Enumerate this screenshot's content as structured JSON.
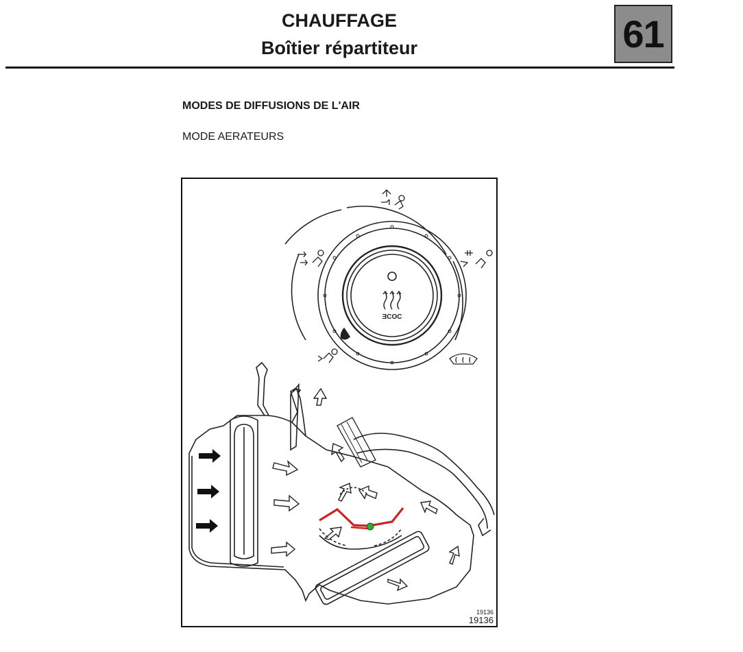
{
  "header": {
    "title_line1": "CHAUFFAGE",
    "title_line2": "Boîtier répartiteur",
    "section_number": "61"
  },
  "content": {
    "heading": "MODES DE DIFFUSIONS DE L'AIR",
    "subheading": "MODE AERATEURS"
  },
  "figure": {
    "reference_small": "19136",
    "reference": "19136",
    "knob_label": "ƎCOC",
    "colors": {
      "flap_highlight": "#cc2222",
      "pivot": "#33aa33",
      "line": "#222222"
    }
  }
}
